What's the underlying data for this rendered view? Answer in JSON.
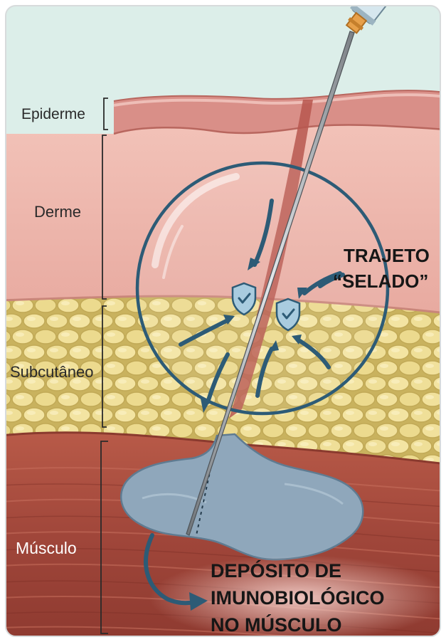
{
  "layers": {
    "epiderme": "Epiderme",
    "derme": "Derme",
    "subcutaneo": "Subcutâneo",
    "musculo": "Músculo"
  },
  "callout": {
    "line1": "TRAJETO",
    "line2": "“SELADO”"
  },
  "deposit": {
    "line1": "DEPÓSITO DE",
    "line2": "IMUNOBIOLÓGICO",
    "line3": "NO MÚSCULO"
  },
  "icons": {
    "seal": "shield-check-icon",
    "flow": "curved-arrow-icon"
  },
  "colors": {
    "background": "#dceee9",
    "epidermis": "#d9908a",
    "dermis": "#eeb8b0",
    "subcutaneous_fat": "#ead889",
    "muscle": "#a54a3c",
    "deposit": "#8fa7bb",
    "lens_outline": "#2d5b76",
    "arrow": "#2d5b76"
  }
}
